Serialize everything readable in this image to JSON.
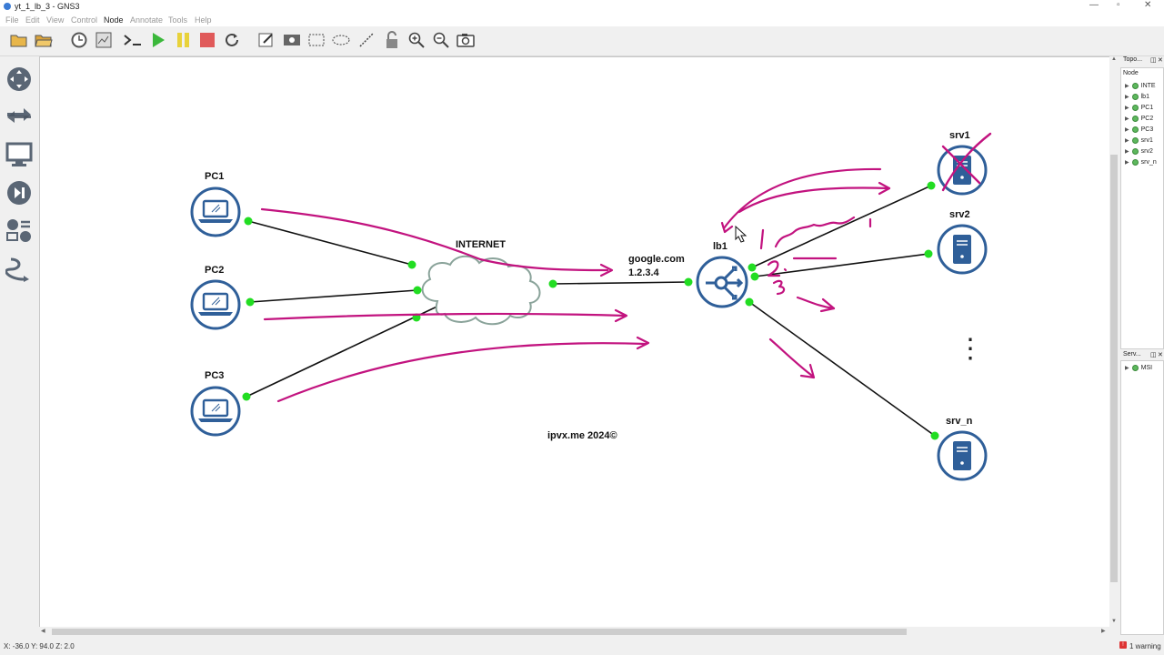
{
  "window": {
    "title": "yt_1_lb_3 - GNS3"
  },
  "menu": {
    "items": [
      "File",
      "Edit",
      "View",
      "Control",
      "Node",
      "Annotate",
      "Tools",
      "Help"
    ]
  },
  "toolbar": {
    "icons": [
      "open-folder-icon",
      "open-project-icon",
      "clock-icon",
      "snapshot-icon",
      "console-icon",
      "start-icon",
      "pause-icon",
      "stop-icon",
      "reload-icon",
      "edit-note-icon",
      "insert-picture-icon",
      "draw-rectangle-icon",
      "draw-ellipse-icon",
      "draw-line-icon",
      "lock-icon",
      "zoom-in-icon",
      "zoom-out-icon",
      "screenshot-icon"
    ]
  },
  "leftbar": {
    "icons": [
      "routers-icon",
      "switches-icon",
      "end-devices-icon",
      "security-devices-icon",
      "all-devices-icon",
      "add-link-icon"
    ]
  },
  "topology": {
    "nodes": {
      "pc1": "PC1",
      "pc2": "PC2",
      "pc3": "PC3",
      "internet": "INTERNET",
      "lb1": "lb1",
      "srv1": "srv1",
      "srv2": "srv2",
      "srv_n": "srv_n"
    },
    "google_label": {
      "line1": "google.com",
      "line2": "1.2.3.4"
    },
    "watermark": "ipvx.me 2024©",
    "ellipsis": "⋮"
  },
  "annotations": {
    "color": "#c2137f",
    "numbers": [
      "1",
      "2",
      "3"
    ]
  },
  "right_panel": {
    "topology_title": "Topo...",
    "node_header": "Node",
    "nodes": [
      "INTE",
      "lb1",
      "PC1",
      "PC2",
      "PC3",
      "srv1",
      "srv2",
      "srv_n"
    ],
    "servers_title": "Serv...",
    "servers": [
      "MSI"
    ]
  },
  "status": {
    "coords": "X: -36.0 Y: 94.0 Z: 2.0",
    "warning": "1 warning"
  },
  "colors": {
    "node_blue": "#2f5f99",
    "link_dot": "#22dd22",
    "canvas_bg": "#ffffff"
  }
}
